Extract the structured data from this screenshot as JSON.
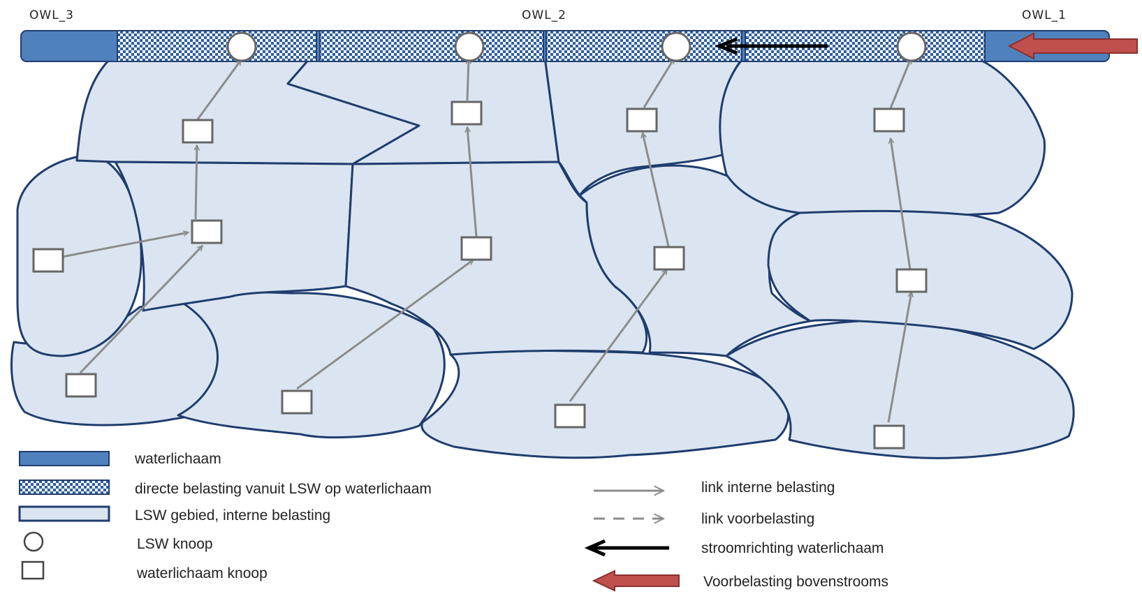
{
  "labels": {
    "owl_3": "OWL_3",
    "owl_2": "OWL_2",
    "owl_1": "OWL_1"
  },
  "legend": {
    "waterlichaam": "waterlichaam",
    "directe_belasting": "directe belasting vanuit LSW op waterlichaam",
    "lsw_gebied": "LSW gebied, interne belasting",
    "lsw_knoop": "LSW knoop",
    "waterlichaam_knoop": "waterlichaam knoop",
    "link_interne": "link interne belasting",
    "link_voorbelasting": "link voorbelasting",
    "stroomrichting": "stroomrichting waterlichaam",
    "voorbelasting_bovenstrooms": "Voorbelasting bovenstrooms"
  },
  "colors": {
    "waterbody": "#4f81bd",
    "region_fill": "#dbe5f1",
    "region_stroke": "#1f3d6e",
    "link": "#8c8c8c",
    "flow_arrow": "#000000",
    "upstream_arrow": "#c0504d"
  }
}
